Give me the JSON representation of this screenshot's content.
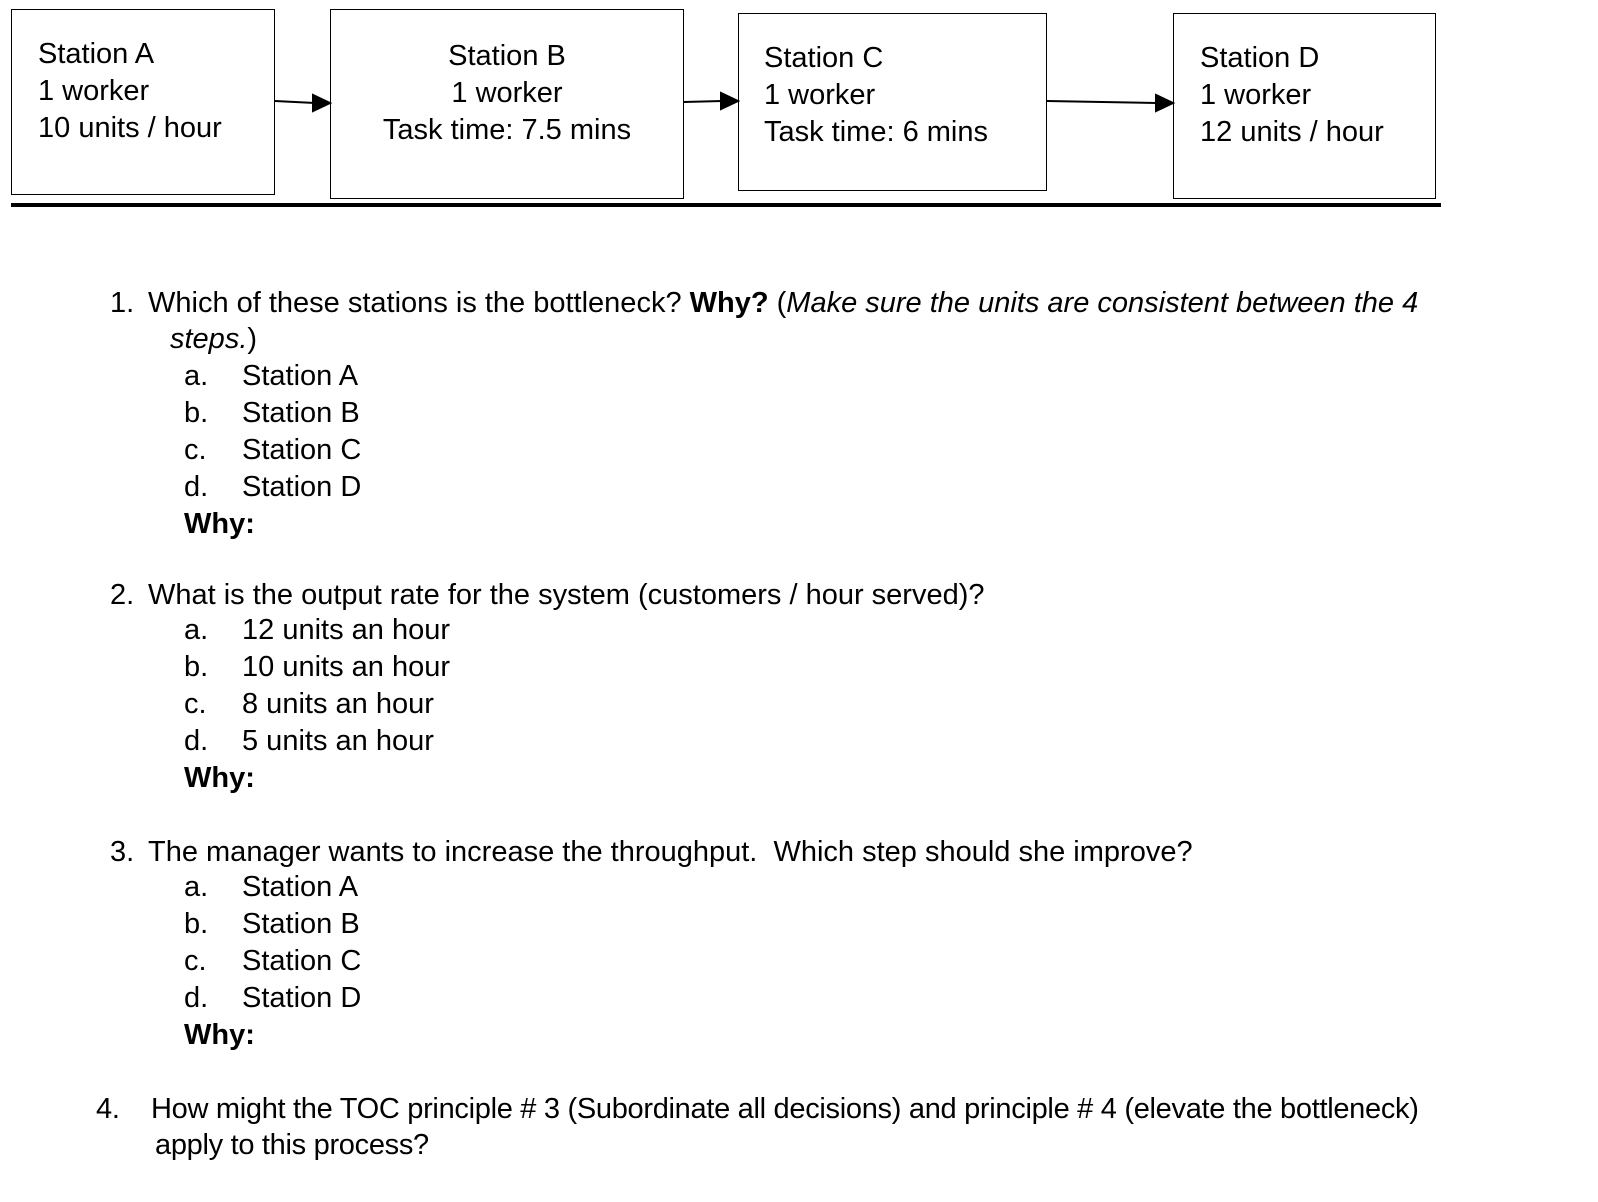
{
  "diagram": {
    "stations": [
      {
        "name": "Station A",
        "workers": "1 worker",
        "detail": "10 units / hour"
      },
      {
        "name": "Station B",
        "workers": "1 worker",
        "detail": "Task time: 7.5 mins"
      },
      {
        "name": "Station C",
        "workers": "1 worker",
        "detail": "Task time: 6 mins"
      },
      {
        "name": "Station D",
        "workers": "1 worker",
        "detail": "12 units / hour"
      }
    ]
  },
  "questions": {
    "q1": {
      "number": "1.",
      "text_a": "Which of these stations is the bottleneck? ",
      "text_bold": "Why?",
      "text_paren_open": " (",
      "text_italic_1": "Make sure the units are consistent between the 4",
      "text_italic_2": "steps.",
      "text_paren_close": ")",
      "options": [
        {
          "letter": "a.",
          "label": "Station A"
        },
        {
          "letter": "b.",
          "label": "Station B"
        },
        {
          "letter": "c.",
          "label": "Station C"
        },
        {
          "letter": "d.",
          "label": "Station D"
        }
      ],
      "why": "Why:"
    },
    "q2": {
      "number": "2.",
      "text": "What is the output rate for the system (customers / hour served)?",
      "options": [
        {
          "letter": "a.",
          "label": "12 units an hour"
        },
        {
          "letter": "b.",
          "label": "10 units an hour"
        },
        {
          "letter": "c.",
          "label": "8 units an hour"
        },
        {
          "letter": "d.",
          "label": "5 units an hour"
        }
      ],
      "why": "Why:"
    },
    "q3": {
      "number": "3.",
      "text": "The manager wants to increase the throughput.  Which step should she improve?",
      "options": [
        {
          "letter": "a.",
          "label": "Station A"
        },
        {
          "letter": "b.",
          "label": "Station B"
        },
        {
          "letter": "c.",
          "label": "Station C"
        },
        {
          "letter": "d.",
          "label": "Station D"
        }
      ],
      "why": "Why:"
    },
    "q4": {
      "number": "4.",
      "line1": "How might the TOC principle # 3 (Subordinate all decisions) and principle # 4 (elevate the bottleneck)",
      "line2": "apply to this process?"
    }
  }
}
